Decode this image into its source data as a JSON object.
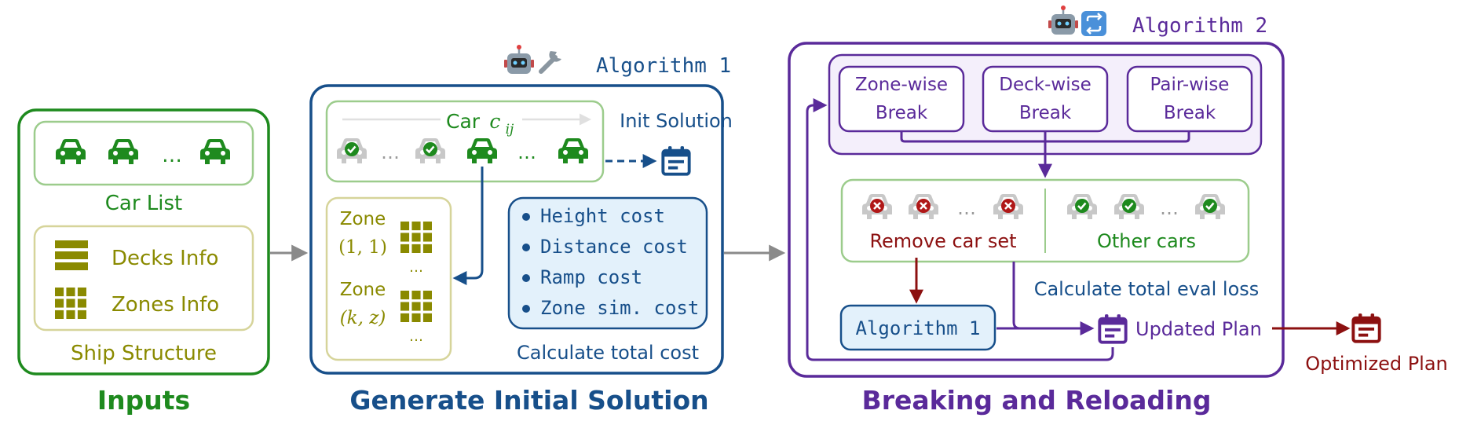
{
  "colors": {
    "green": "#1e8a1e",
    "green_light": "#9ccc8c",
    "olive": "#8a8a00",
    "olive_light": "#d6d49a",
    "blue": "#174f8a",
    "blue_fill": "#e3f1fb",
    "purple": "#5a2a9a",
    "purple_fill": "#f4effb",
    "red": "#8c1010",
    "gray": "#9a9a9a"
  },
  "inputs": {
    "title": "Inputs",
    "car_list_label": "Car List",
    "ellipsis": "…",
    "decks_label": "Decks Info",
    "zones_label": "Zones Info",
    "ship_structure_label": "Ship Structure",
    "car_icon": "car-icon",
    "deck_icon": "decks-icon",
    "grid_icon": "zone-grid-icon"
  },
  "generate": {
    "title": "Generate Initial Solution",
    "algorithm_label": "Algorithm 1",
    "robot_icon": "robot-icon",
    "wrench_icon": "wrench-icon",
    "car_label": "Car",
    "car_math_base": "c",
    "car_math_sub": "ij",
    "init_solution_label": "Init Solution",
    "zone_label": "Zone",
    "zone1_coord": "(1, 1)",
    "zone2_coord": "(k, z)",
    "vdots": "…",
    "costs": [
      "Height cost",
      "Distance cost",
      "Ramp cost",
      "Zone sim. cost"
    ],
    "calc_total_cost": "Calculate total cost"
  },
  "breaking": {
    "title": "Breaking and Reloading",
    "algorithm_label": "Algorithm 2",
    "robot_icon": "robot-icon",
    "repeat_icon": "repeat-icon",
    "break_boxes": [
      {
        "line1": "Zone-wise",
        "line2": "Break"
      },
      {
        "line1": "Deck-wise",
        "line2": "Break"
      },
      {
        "line1": "Pair-wise",
        "line2": "Break"
      }
    ],
    "remove_car_set": "Remove car set",
    "other_cars": "Other cars",
    "calc_eval_loss": "Calculate total eval loss",
    "algorithm1_box": "Algorithm 1",
    "updated_plan": "Updated Plan",
    "optimized_plan": "Optimized Plan"
  }
}
